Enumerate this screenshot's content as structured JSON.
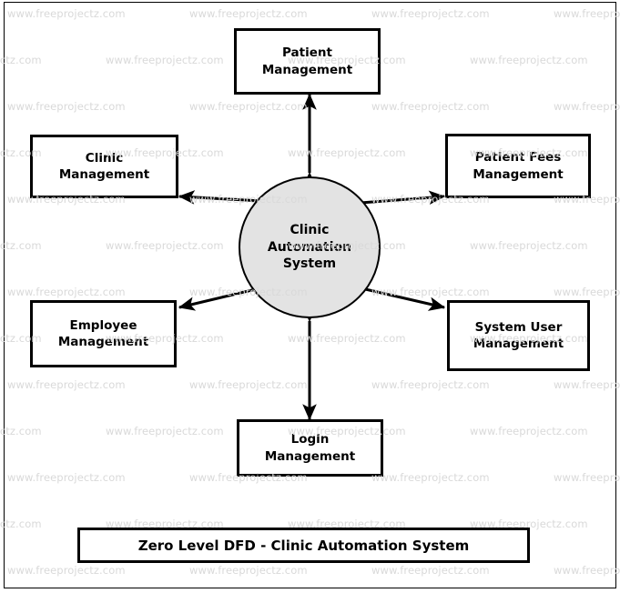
{
  "diagram": {
    "type": "data-flow-diagram",
    "level": "Zero Level DFD",
    "caption": "Zero Level DFD - Clinic Automation System",
    "process": {
      "name": "Clinic Automation System",
      "label": "Clinic\nAutomation\nSystem",
      "shape": "circle",
      "fill_color": "#e3e3e3",
      "stroke_color": "#000000"
    },
    "entities": [
      {
        "id": "patient-management",
        "name": "Patient Management",
        "label": "Patient\nManagement",
        "position": "top",
        "flow": "bidirectional"
      },
      {
        "id": "clinic-management",
        "name": "Clinic Management",
        "label": "Clinic\nManagement",
        "position": "top-left",
        "flow": "bidirectional"
      },
      {
        "id": "patient-fees-management",
        "name": "Patient Fees Management",
        "label": "Patient Fees\nManagement",
        "position": "top-right",
        "flow": "bidirectional"
      },
      {
        "id": "employee-management",
        "name": "Employee Management",
        "label": "Employee\nManagement",
        "position": "bottom-left",
        "flow": "bidirectional"
      },
      {
        "id": "system-user-management",
        "name": "System User Management",
        "label": "System User\nManagement",
        "position": "bottom-right",
        "flow": "bidirectional"
      },
      {
        "id": "login-management",
        "name": "Login Management",
        "label": "Login\nManagement",
        "position": "bottom",
        "flow": "bidirectional"
      }
    ],
    "flows": [
      {
        "id": "flow-patient-management",
        "from": "patient-management",
        "to": "process",
        "arrow": "double-headed"
      },
      {
        "id": "flow-clinic-management",
        "from": "clinic-management",
        "to": "process",
        "arrow": "double-headed"
      },
      {
        "id": "flow-patient-fees-management",
        "from": "patient-fees-management",
        "to": "process",
        "arrow": "double-headed"
      },
      {
        "id": "flow-employee-management",
        "from": "employee-management",
        "to": "process",
        "arrow": "double-headed"
      },
      {
        "id": "flow-system-user-management",
        "from": "system-user-management",
        "to": "process",
        "arrow": "double-headed"
      },
      {
        "id": "flow-login-management",
        "from": "login-management",
        "to": "process",
        "arrow": "double-headed"
      }
    ]
  },
  "watermark": {
    "text": "www.freeprojectz.com",
    "color": "#d9d9d9"
  }
}
